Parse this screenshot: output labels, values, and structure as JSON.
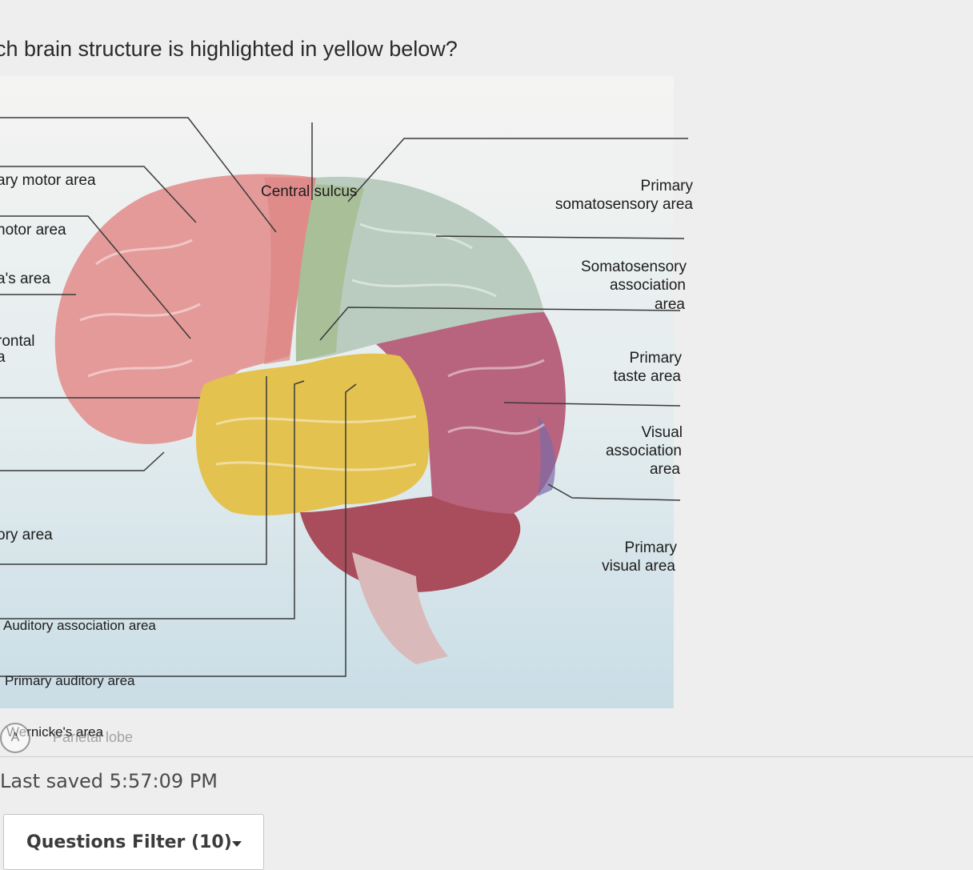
{
  "question": {
    "text": "ch brain structure is highlighted in yellow below?"
  },
  "figure": {
    "labels": {
      "primary_motor_area": "ary motor area",
      "premotor_area": "notor area",
      "brocas_area": "a's area",
      "prefrontal": "rontal",
      "prefrontal_2": "a",
      "olfactory_area": "ory area",
      "auditory_association_area": "Auditory association area",
      "primary_auditory_area": "Primary auditory area",
      "wernickes_area": "Wernicke's area",
      "central_sulcus": "Central sulcus",
      "primary_somatosensory_1": "Primary",
      "primary_somatosensory_2": "somatosensory area",
      "somatosensory_association_1": "Somatosensory",
      "somatosensory_association_2": "association",
      "somatosensory_association_3": "area",
      "primary_taste_1": "Primary",
      "primary_taste_2": "taste area",
      "visual_association_1": "Visual",
      "visual_association_2": "association",
      "visual_association_3": "area",
      "primary_visual_1": "Primary",
      "primary_visual_2": "visual area"
    },
    "colors": {
      "frontal": "#e49a98",
      "parietal": "#b9ccbf",
      "occipital": "#b9647e",
      "temporal_highlight": "#e3c24f",
      "cerebellum": "#b05565",
      "background": "#d5e4ea"
    }
  },
  "answer_option": {
    "letter": "A",
    "text": "Parietal lobe"
  },
  "status": {
    "last_saved": "Last saved 5:57:09 PM"
  },
  "filter": {
    "label": "Questions Filter (10)",
    "icon": "caret-down-icon"
  }
}
